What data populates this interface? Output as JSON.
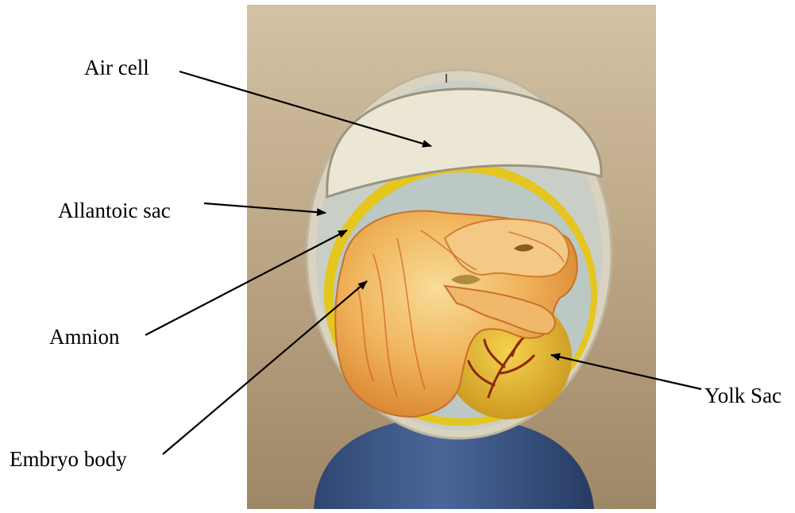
{
  "labels": {
    "air_cell": "Air cell",
    "allantoic_sac": "Allantoic sac",
    "amnion": "Amnion",
    "embryo_body": "Embryo body",
    "yolk_sac": "Yolk Sac"
  },
  "colors": {
    "background": "#ffffff",
    "wall": "#b09a78",
    "shell": "#ddd8c6",
    "air_cell_fill": "#ece6d6",
    "allantoic_yellow": "#e7c81e",
    "amnion_blue": "#bcc8c6",
    "embryo_orange": "#eda247",
    "yolk": "#e4b42c",
    "vessels": "#8c2a10",
    "stand": "#3b5582",
    "arrow": "#000000"
  }
}
